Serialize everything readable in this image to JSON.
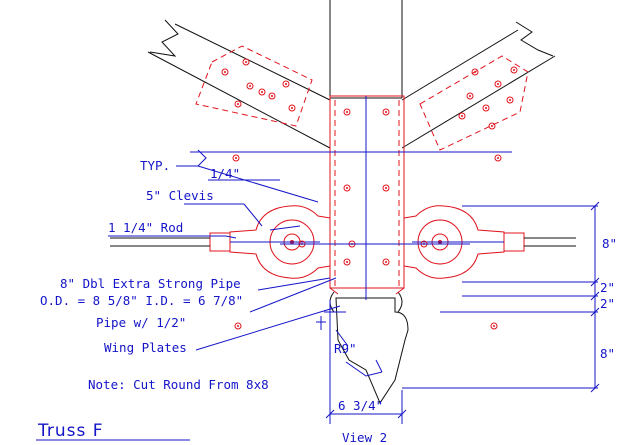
{
  "drawing": {
    "labels": {
      "typ": "TYP.",
      "weld": "1/4\"",
      "clevis": "5\" Clevis",
      "rod": "1 1/4\" Rod",
      "pipe_line1": "8\" Dbl Extra Strong Pipe",
      "pipe_line2": "O.D. = 8 5/8\"  I.D. = 6 7/8\"",
      "pipe_line3": "Pipe w/ 1/2\"",
      "pipe_line4": "Wing Plates",
      "note": "Note: Cut Round From 8x8",
      "radius": "R9\"",
      "width": "6 3/4\"",
      "view": "View 2",
      "title": "Truss  F"
    },
    "dimensions": {
      "dim1": "8\"",
      "dim2": "2\"",
      "dim3": "2\"",
      "dim4": "8\""
    },
    "colors": {
      "member": "#111111",
      "steel": "#e0141e",
      "annotation": "#1414c8"
    }
  }
}
